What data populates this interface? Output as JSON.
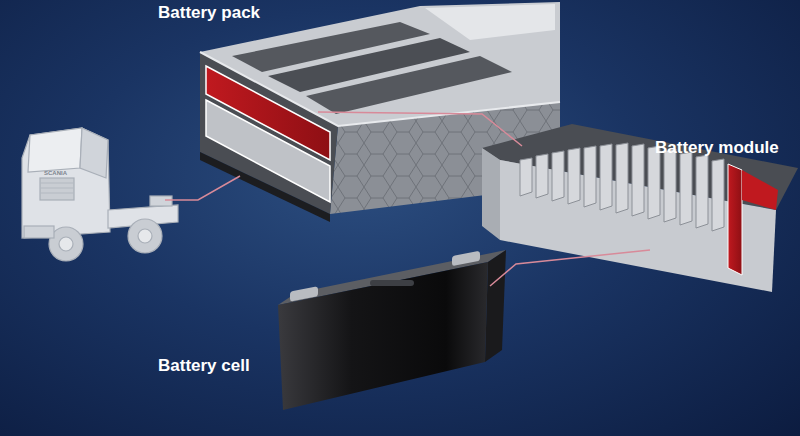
{
  "diagram": {
    "labels": [
      "Battery pack",
      "Battery module",
      "Battery cell",
      "SCANIA"
    ]
  }
}
